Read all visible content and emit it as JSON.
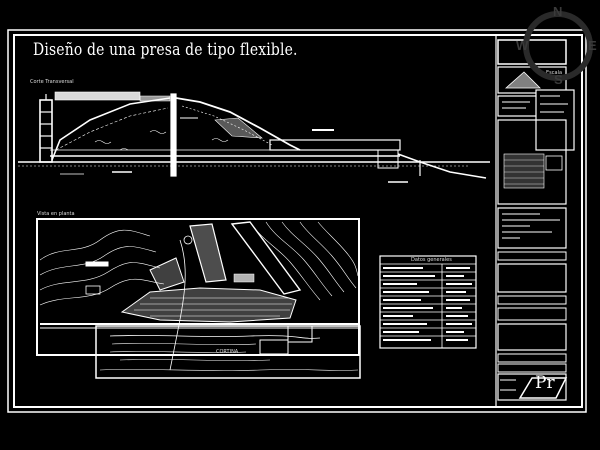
{
  "drawing": {
    "title": "Diseño de una presa de tipo flexible.",
    "section_label": "Corte Transversal",
    "plan_label": "Vista en planta",
    "general_data_title": "Datos generales",
    "legend_label": "Escala",
    "plan_center_label": "CORTINA"
  },
  "compass": {
    "north": "N",
    "south": "S",
    "east": "E",
    "west": "W"
  },
  "logo": {
    "text": "Pr"
  },
  "colors": {
    "background": "#000000",
    "lines": "#ffffff",
    "watermark": "#3a3a3a"
  }
}
